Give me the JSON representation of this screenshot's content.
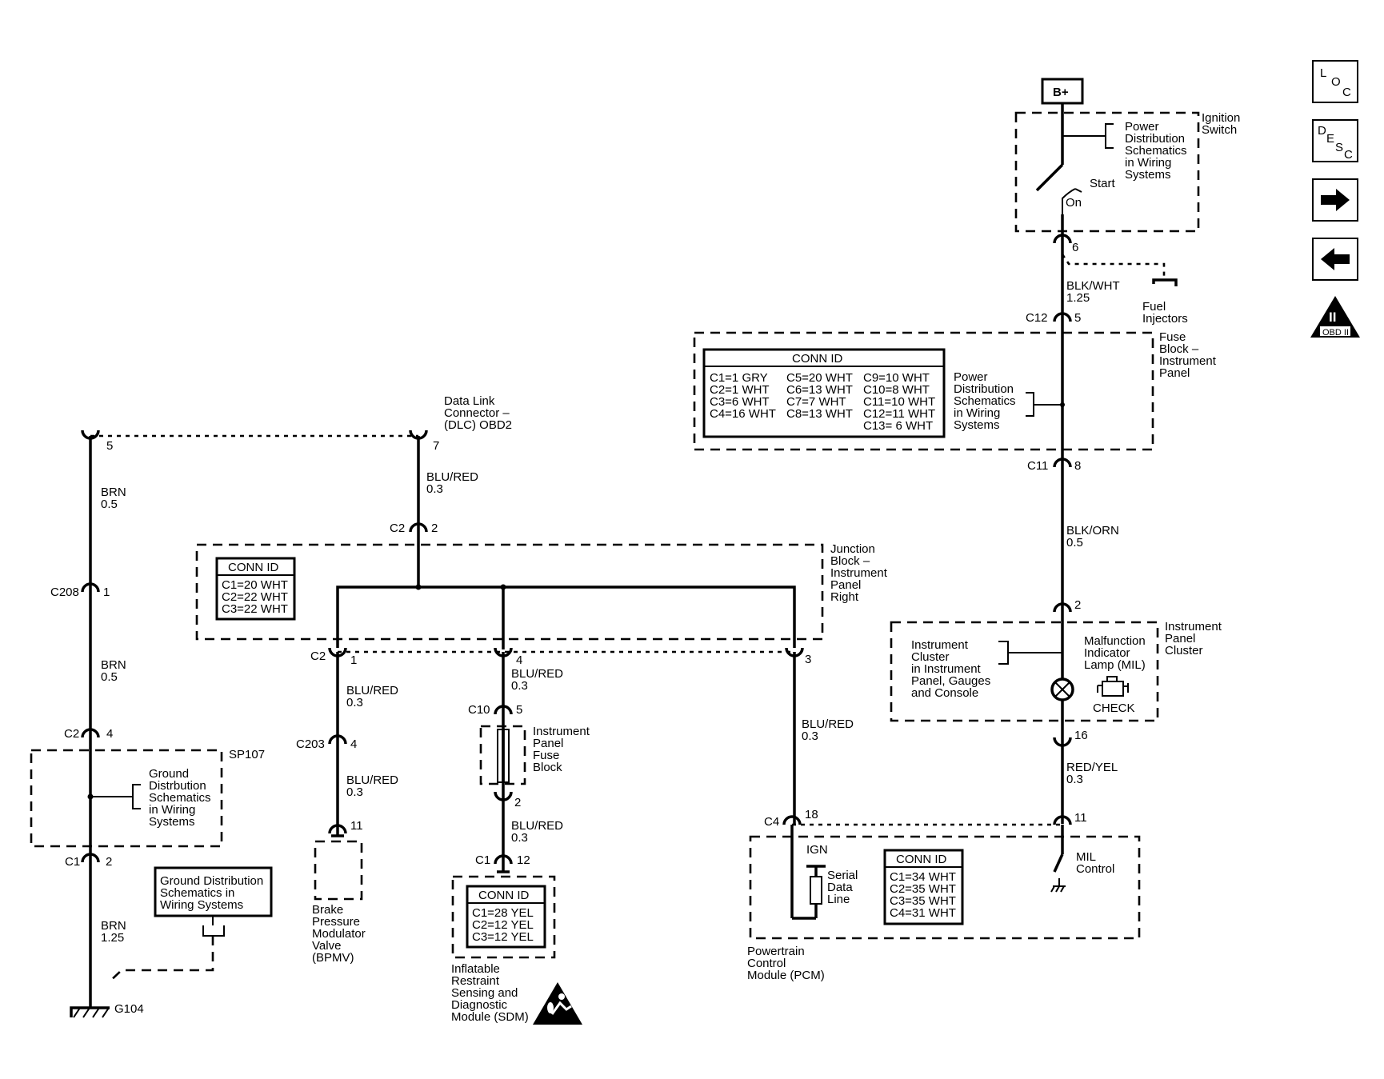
{
  "nav": {
    "loc": {
      "l1": "L",
      "l2": "O",
      "l3": "C"
    },
    "desc": {
      "l1": "D",
      "l2": "E",
      "l3": "S",
      "l4": "C"
    },
    "obd_label": "OBD II",
    "obd_numeral": "II"
  },
  "top": {
    "battery": "B+",
    "ignition_switch": [
      "Ignition",
      "Switch"
    ],
    "power_dist": [
      "Power",
      "Distribution",
      "Schematics",
      "in Wiring",
      "Systems"
    ],
    "start": "Start",
    "on": "On",
    "pin6": "6",
    "fuel_injectors": [
      "Fuel",
      "Injectors"
    ],
    "wire1": [
      "BLK/WHT",
      "1.25"
    ],
    "c12": "C12",
    "c12_pin": "5"
  },
  "fuse_block": {
    "label": [
      "Fuse",
      "Block –",
      "Instrument",
      "Panel"
    ],
    "conn_title": "CONN ID",
    "col1": [
      "C1=1 GRY",
      "C2=1 WHT",
      "C3=6 WHT",
      "C4=16 WHT"
    ],
    "col2": [
      "C5=20 WHT",
      "C6=13 WHT",
      "C7=7 WHT",
      "C8=13 WHT"
    ],
    "col3": [
      "C9=10 WHT",
      "C10=8 WHT",
      "C11=10 WHT",
      "C12=11 WHT",
      "C13= 6 WHT"
    ],
    "power_dist": [
      "Power",
      "Distribution",
      "Schematics",
      "in Wiring",
      "Systems"
    ],
    "c11": "C11",
    "c11_pin": "8"
  },
  "right_branch": {
    "wire": [
      "BLK/ORN",
      "0.5"
    ],
    "pin2": "2",
    "ipc_label": [
      "Instrument",
      "Panel",
      "Cluster"
    ],
    "cluster_text": [
      "Instrument",
      "Cluster",
      "in Instrument",
      "Panel, Gauges",
      "and Console"
    ],
    "mil_text": [
      "Malfunction",
      "Indicator",
      "Lamp (MIL)"
    ],
    "check": "CHECK",
    "pin16": "16",
    "wire2": [
      "RED/YEL",
      "0.3"
    ],
    "pin11": "11"
  },
  "pcm": {
    "c4": "C4",
    "pin18": "18",
    "ign": "IGN",
    "serial": [
      "Serial",
      "Data",
      "Line"
    ],
    "conn_title": "CONN ID",
    "conn": [
      "C1=34 WHT",
      "C2=35 WHT",
      "C3=35 WHT",
      "C4=31 WHT"
    ],
    "mil_control": [
      "MIL",
      "Control"
    ],
    "label": [
      "Powertrain",
      "Control",
      "Module (PCM)"
    ]
  },
  "dlc": {
    "label": [
      "Data Link",
      "Connector –",
      "(DLC) OBD2"
    ],
    "pin7": "7",
    "pin5": "5",
    "wire_right": [
      "BLU/RED",
      "0.3"
    ],
    "wire_left": [
      "BRN",
      "0.5"
    ]
  },
  "junction": {
    "c2": "C2",
    "c2_pin": "2",
    "label": [
      "Junction",
      "Block –",
      "Instrument",
      "Panel",
      "Right"
    ],
    "conn_title": "CONN ID",
    "conn": [
      "C1=20 WHT",
      "C2=22 WHT",
      "C3=22 WHT"
    ],
    "c2_bottom": "C2",
    "pin1": "1",
    "pin4": "4",
    "pin3": "3"
  },
  "left": {
    "c208": "C208",
    "c208_pin": "1",
    "wire2": [
      "BRN",
      "0.5"
    ],
    "c2": "C2",
    "c2_pin": "4",
    "sp107": "SP107",
    "ground_dist": [
      "Ground",
      "Distrbution",
      "Schematics",
      "in Wiring",
      "Systems"
    ],
    "c1": "C1",
    "c1_pin": "2",
    "wire3": [
      "BRN",
      "1.25"
    ],
    "ground_box": [
      "Ground Distribution",
      "Schematics in",
      "Wiring Systems"
    ],
    "g104": "G104"
  },
  "bpmv": {
    "wire1": [
      "BLU/RED",
      "0.3"
    ],
    "c203": "C203",
    "c203_pin": "4",
    "wire2": [
      "BLU/RED",
      "0.3"
    ],
    "pin11": "11",
    "label": [
      "Brake",
      "Pressure",
      "Modulator",
      "Valve",
      "(BPMV)"
    ]
  },
  "sdm": {
    "wire1": [
      "BLU/RED",
      "0.3"
    ],
    "c10": "C10",
    "c10_pin": "5",
    "fuse_label": [
      "Instrument",
      "Panel",
      "Fuse",
      "Block"
    ],
    "pin2": "2",
    "wire2": [
      "BLU/RED",
      "0.3"
    ],
    "c1": "C1",
    "c1_pin": "12",
    "conn_title": "CONN ID",
    "conn": [
      "C1=28 YEL",
      "C2=12 YEL",
      "C3=12 YEL"
    ],
    "label": [
      "Inflatable",
      "Restraint",
      "Sensing and",
      "Diagnostic",
      "Module (SDM)"
    ]
  },
  "pcm_feed": {
    "wire": [
      "BLU/RED",
      "0.3"
    ]
  }
}
